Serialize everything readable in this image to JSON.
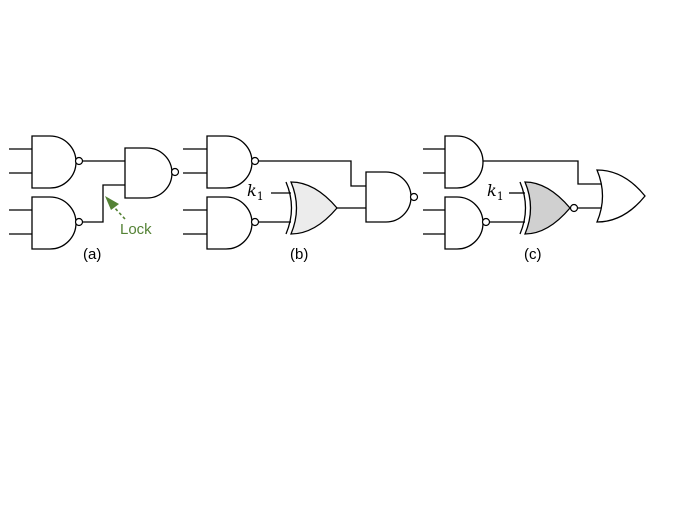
{
  "captions": {
    "a": "(a)",
    "b": "(b)",
    "c": "(c)"
  },
  "annotations": {
    "lock": "Lock",
    "key_symbol": "k",
    "key_index": "1"
  },
  "colors": {
    "wire": "#000000",
    "lock_annotation": "#548235",
    "xor_fill_b": "#ececec",
    "xnor_fill_c": "#d0d0d0"
  }
}
